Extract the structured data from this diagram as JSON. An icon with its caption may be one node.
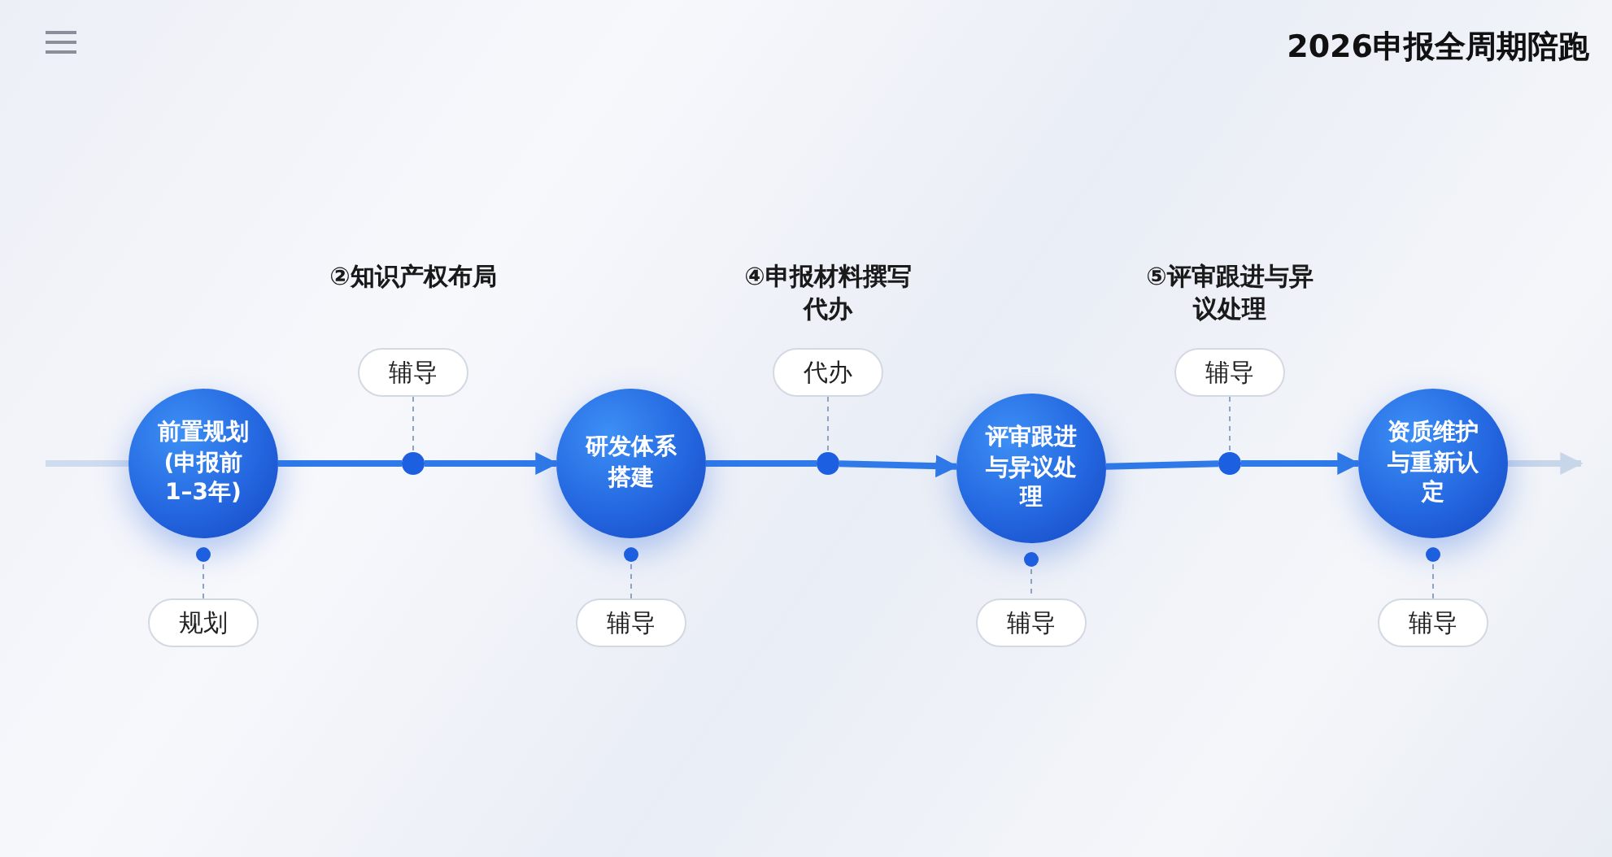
{
  "diagram": {
    "title": "2026申报全周期陪跑",
    "nodes": [
      {
        "text": [
          "前置规划(申报前1–3年)"
        ]
      },
      {
        "text": [
          "规划"
        ]
      },
      {
        "text": [
          "辅导"
        ],
        "beside": [
          "②知识产权布局"
        ]
      },
      {
        "text": [],
        "shape": "circle"
      },
      {
        "text": [
          "研发体系搭建"
        ]
      },
      {
        "text": [
          "辅导"
        ]
      },
      {
        "text": [
          "代办"
        ],
        "beside": [
          "④申报材料撰写代办"
        ]
      },
      {
        "text": [],
        "shape": "circle"
      },
      {
        "text": [
          "评审跟进与异议处理"
        ]
      },
      {
        "text": [
          "辅导"
        ]
      },
      {
        "text": [
          "辅导"
        ],
        "beside": [
          "⑤评审跟进与异议处理"
        ]
      },
      {
        "text": [],
        "shape": "circle"
      },
      {
        "text": [
          "资质维护与重新认定"
        ]
      },
      {
        "text": [
          "辅导"
        ]
      }
    ],
    "edges": [
      {
        "from": null,
        "to": 0,
        "arrow": "none",
        "color": "#cfdcef"
      },
      {
        "from": 0,
        "to": 3,
        "arrow": "none",
        "color": "#2f7ae8"
      },
      {
        "from": 3,
        "to": 4,
        "arrow": "to",
        "color": "#2f7ae8"
      },
      {
        "from": 4,
        "to": 7,
        "arrow": "none",
        "color": "#2f7ae8"
      },
      {
        "from": 7,
        "to": 8,
        "arrow": "to",
        "color": "#2f7ae8"
      },
      {
        "from": 8,
        "to": 11,
        "arrow": "none",
        "color": "#2f7ae8"
      },
      {
        "from": 11,
        "to": 12,
        "arrow": "to",
        "color": "#2f7ae8"
      },
      {
        "from": 12,
        "to": null,
        "arrow": "to",
        "color": "#c8d6ea"
      },
      {
        "from": 2,
        "to": 3,
        "arrow": "none",
        "style": "dashed"
      },
      {
        "from": 6,
        "to": 7,
        "arrow": "none",
        "style": "dashed"
      },
      {
        "from": 10,
        "to": 11,
        "arrow": "none",
        "style": "dashed"
      },
      {
        "from": 0,
        "to": 1,
        "arrow": "other",
        "style": "dashed"
      },
      {
        "from": 4,
        "to": 5,
        "arrow": "other",
        "style": "dashed"
      },
      {
        "from": 8,
        "to": 9,
        "arrow": "other",
        "style": "dashed"
      },
      {
        "from": 12,
        "to": 13,
        "arrow": "other",
        "style": "dashed"
      }
    ]
  }
}
